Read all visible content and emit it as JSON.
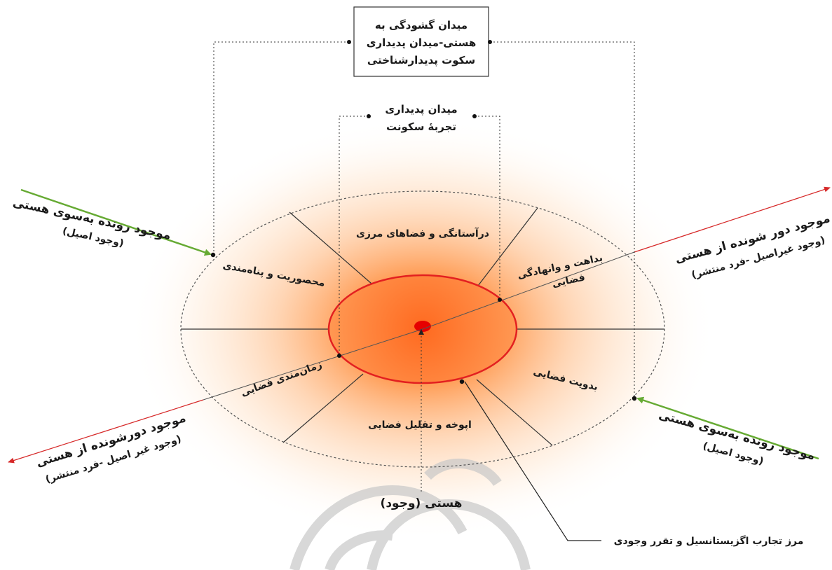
{
  "top_box": {
    "line1": "میدان گشودگی به",
    "line2": "هستی-میدان پدیداری",
    "line3": "سکوت پدیدارشناختی"
  },
  "middle_label": {
    "line1": "میدان پدیداری",
    "line2": "تجربۀ سکونت"
  },
  "sectors": {
    "top": "درآستانگی و فضاهای مرزی",
    "upper_left": "محصوریت و پناه‌مندی",
    "upper_right_1": "بداهت و وانهادگی",
    "upper_right_2": "فضایی",
    "lower_left": "زمان‌مندی فضایی",
    "lower_right": "بدویت فضایی",
    "bottom": "اپوخه و تقلیل فضایی"
  },
  "arrows": {
    "green_top_left": {
      "line1": "موجود رونده به‌سوی هستی",
      "line2": "(وجود اصیل)"
    },
    "green_bottom_right": {
      "line1": "موجود رونده به‌سوی هستی",
      "line2": "(وجود اصیل)"
    },
    "red_top_right": {
      "line1": "موجود دور شونده از هستی",
      "line2": "(وجود غیراصیل -فرد منتشر)"
    },
    "red_bottom_left": {
      "line1": "موجود دورشونده از هستی",
      "line2": "(وجود غیر اصیل -فرد منتشر)"
    }
  },
  "boundary_label": "مرز تجارب اگزیستانسیل و تقرر وجودی",
  "being_label": "هستی (وجود)",
  "colors": {
    "glow": "#ff7a1a",
    "inner_fill": "#ff8a3c",
    "inner_stroke": "#e32020",
    "core": "#e60000",
    "green_arrow": "#66aa33",
    "red_arrow": "#d62828",
    "watermark": "#c8c8c8"
  }
}
